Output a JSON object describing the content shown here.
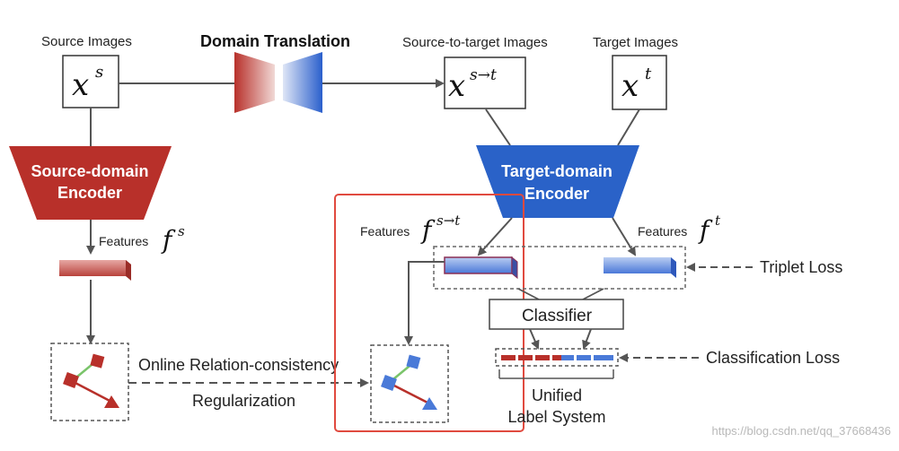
{
  "labels": {
    "source_images": "Source Images",
    "domain_translation": "Domain Translation",
    "source_to_target_images": "Source-to-target Images",
    "target_images": "Target Images",
    "features": "Features",
    "triplet_loss": "Triplet Loss",
    "classifier": "Classifier",
    "classification_loss": "Classification Loss",
    "relation_line1": "Online Relation-consistency",
    "relation_line2": "Regularization",
    "unified_line1": "Unified",
    "unified_line2": "Label System",
    "watermark": "https://blog.csdn.net/qq_37668436"
  },
  "math": {
    "x_base": "x",
    "sup_source": "s",
    "sup_s2t": "s→t",
    "sup_target": "t",
    "f_base": "f"
  },
  "encoders": {
    "source_line1": "Source-domain",
    "source_line2": "Encoder",
    "target_line1": "Target-domain",
    "target_line2": "Encoder"
  },
  "colors": {
    "source_red": "#b8302a",
    "target_blue": "#2a62c8",
    "highlight_box": "#e04a3f",
    "graph_green": "#7ac46a"
  }
}
